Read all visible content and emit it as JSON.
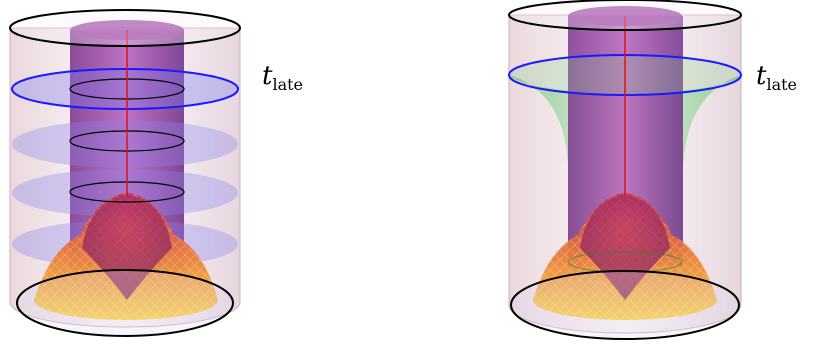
{
  "panels": [
    {
      "id": "left",
      "label_main": "t",
      "label_sub": "late"
    },
    {
      "id": "right",
      "label_main": "t",
      "label_sub": "late"
    }
  ],
  "colors": {
    "outer_cylinder": "#e6c8c8",
    "inner_cylinder": "#8a3a9a",
    "slice_fill": "#8a7fe6",
    "late_slice_stroke": "#1a1aff",
    "axis_line": "#e01010",
    "cap_warm": "#f5b02a",
    "cap_dome": "#b02050",
    "funnel": "#6fd07a",
    "ring": "#000000"
  }
}
